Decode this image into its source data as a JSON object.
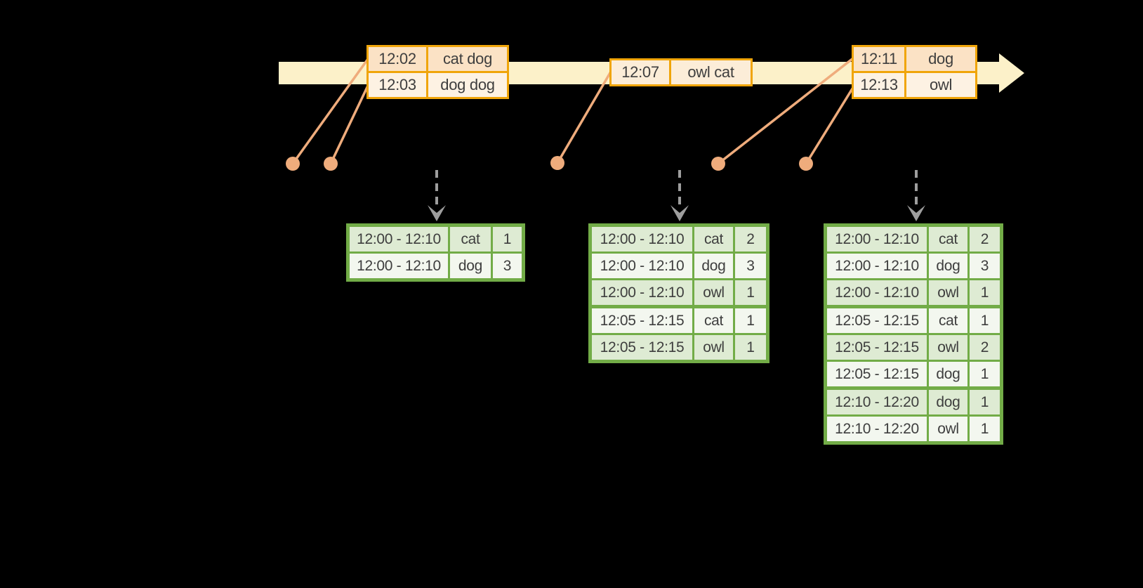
{
  "colors": {
    "background": "#000000",
    "timeline_fill": "#FCF1C9",
    "event_table_border": "#F0A50A",
    "event_row_peach": "#FBE2C5",
    "event_row_cream": "#FDF2E3",
    "event_row_single": "#FCEDD8",
    "connector": "#EFAC7C",
    "result_table_border": "#72AC47",
    "result_row_green": "#DEEBD3",
    "result_row_white": "#F3F7EF",
    "dashed_arrow": "#9E9E9E",
    "table_text": "#3E3E3E"
  },
  "stream": {
    "event_tables": [
      {
        "rows": [
          {
            "time": "12:02",
            "words": "cat dog"
          },
          {
            "time": "12:03",
            "words": "dog dog"
          }
        ]
      },
      {
        "rows": [
          {
            "time": "12:07",
            "words": "owl cat"
          }
        ]
      },
      {
        "rows": [
          {
            "time": "12:11",
            "words": "dog"
          },
          {
            "time": "12:13",
            "words": "owl"
          }
        ]
      }
    ]
  },
  "results": {
    "tables": [
      {
        "rows": [
          {
            "window": "12:00 - 12:10",
            "word": "cat",
            "count": "1"
          },
          {
            "window": "12:00 - 12:10",
            "word": "dog",
            "count": "3"
          }
        ]
      },
      {
        "rows": [
          {
            "window": "12:00 - 12:10",
            "word": "cat",
            "count": "2"
          },
          {
            "window": "12:00 - 12:10",
            "word": "dog",
            "count": "3"
          },
          {
            "window": "12:00 - 12:10",
            "word": "owl",
            "count": "1"
          },
          {
            "window": "12:05 - 12:15",
            "word": "cat",
            "count": "1"
          },
          {
            "window": "12:05 - 12:15",
            "word": "owl",
            "count": "1"
          }
        ]
      },
      {
        "rows": [
          {
            "window": "12:00 - 12:10",
            "word": "cat",
            "count": "2"
          },
          {
            "window": "12:00 - 12:10",
            "word": "dog",
            "count": "3"
          },
          {
            "window": "12:00 - 12:10",
            "word": "owl",
            "count": "1"
          },
          {
            "window": "12:05 - 12:15",
            "word": "cat",
            "count": "1"
          },
          {
            "window": "12:05 - 12:15",
            "word": "owl",
            "count": "2"
          },
          {
            "window": "12:05 - 12:15",
            "word": "dog",
            "count": "1"
          },
          {
            "window": "12:10 - 12:20",
            "word": "dog",
            "count": "1"
          },
          {
            "window": "12:10 - 12:20",
            "word": "owl",
            "count": "1"
          }
        ]
      }
    ]
  }
}
